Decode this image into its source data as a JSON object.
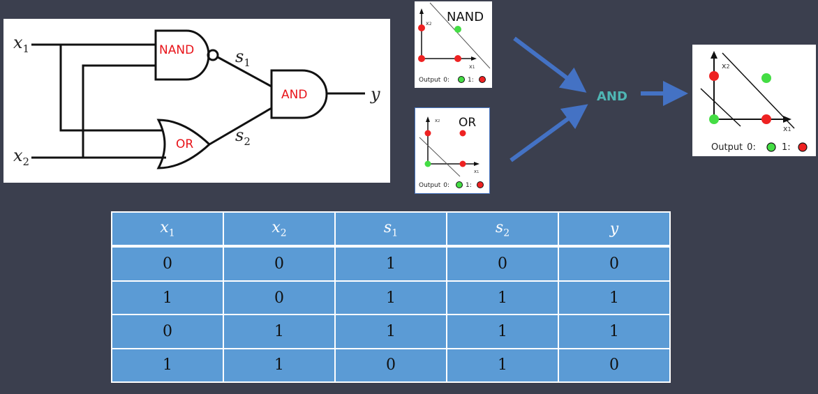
{
  "circuit": {
    "input_x": "x",
    "input_x1_sub": "1",
    "input_x2_sub": "2",
    "gate_nand": "NAND",
    "gate_or": "OR",
    "gate_and": "AND",
    "signal_s": "s",
    "signal_s1_sub": "1",
    "signal_s2_sub": "2",
    "output_y": "y"
  },
  "nand_plot": {
    "title": "NAND",
    "axis_x": "x",
    "axis_x_sub": "1",
    "axis_y": "x",
    "axis_y_sub": "2",
    "legend_prefix": "Output",
    "legend_zero": "0:",
    "legend_one": "1:"
  },
  "or_plot": {
    "title": "OR",
    "axis_x": "x",
    "axis_x_sub": "1",
    "axis_y": "x",
    "axis_y_sub": "2",
    "legend_prefix": "Output",
    "legend_zero": "0:",
    "legend_one": "1:"
  },
  "combine_label": "AND",
  "and_plot": {
    "axis_x": "x",
    "axis_x_sub": "1",
    "axis_y": "x",
    "axis_y_sub": "2",
    "legend_prefix": "Output",
    "legend_zero": "0:",
    "legend_one": "1:"
  },
  "colors": {
    "green": "#44dd44",
    "red": "#ee2222",
    "arrow": "#4472c4",
    "gate_text": "#e8141a"
  },
  "table": {
    "headers": [
      {
        "base": "x",
        "sub": "1"
      },
      {
        "base": "x",
        "sub": "2"
      },
      {
        "base": "s",
        "sub": "1"
      },
      {
        "base": "s",
        "sub": "2"
      },
      {
        "base": "y",
        "sub": ""
      }
    ],
    "rows": [
      [
        "0",
        "0",
        "1",
        "0",
        "0"
      ],
      [
        "1",
        "0",
        "1",
        "1",
        "1"
      ],
      [
        "0",
        "1",
        "1",
        "1",
        "1"
      ],
      [
        "1",
        "1",
        "0",
        "1",
        "0"
      ]
    ]
  }
}
